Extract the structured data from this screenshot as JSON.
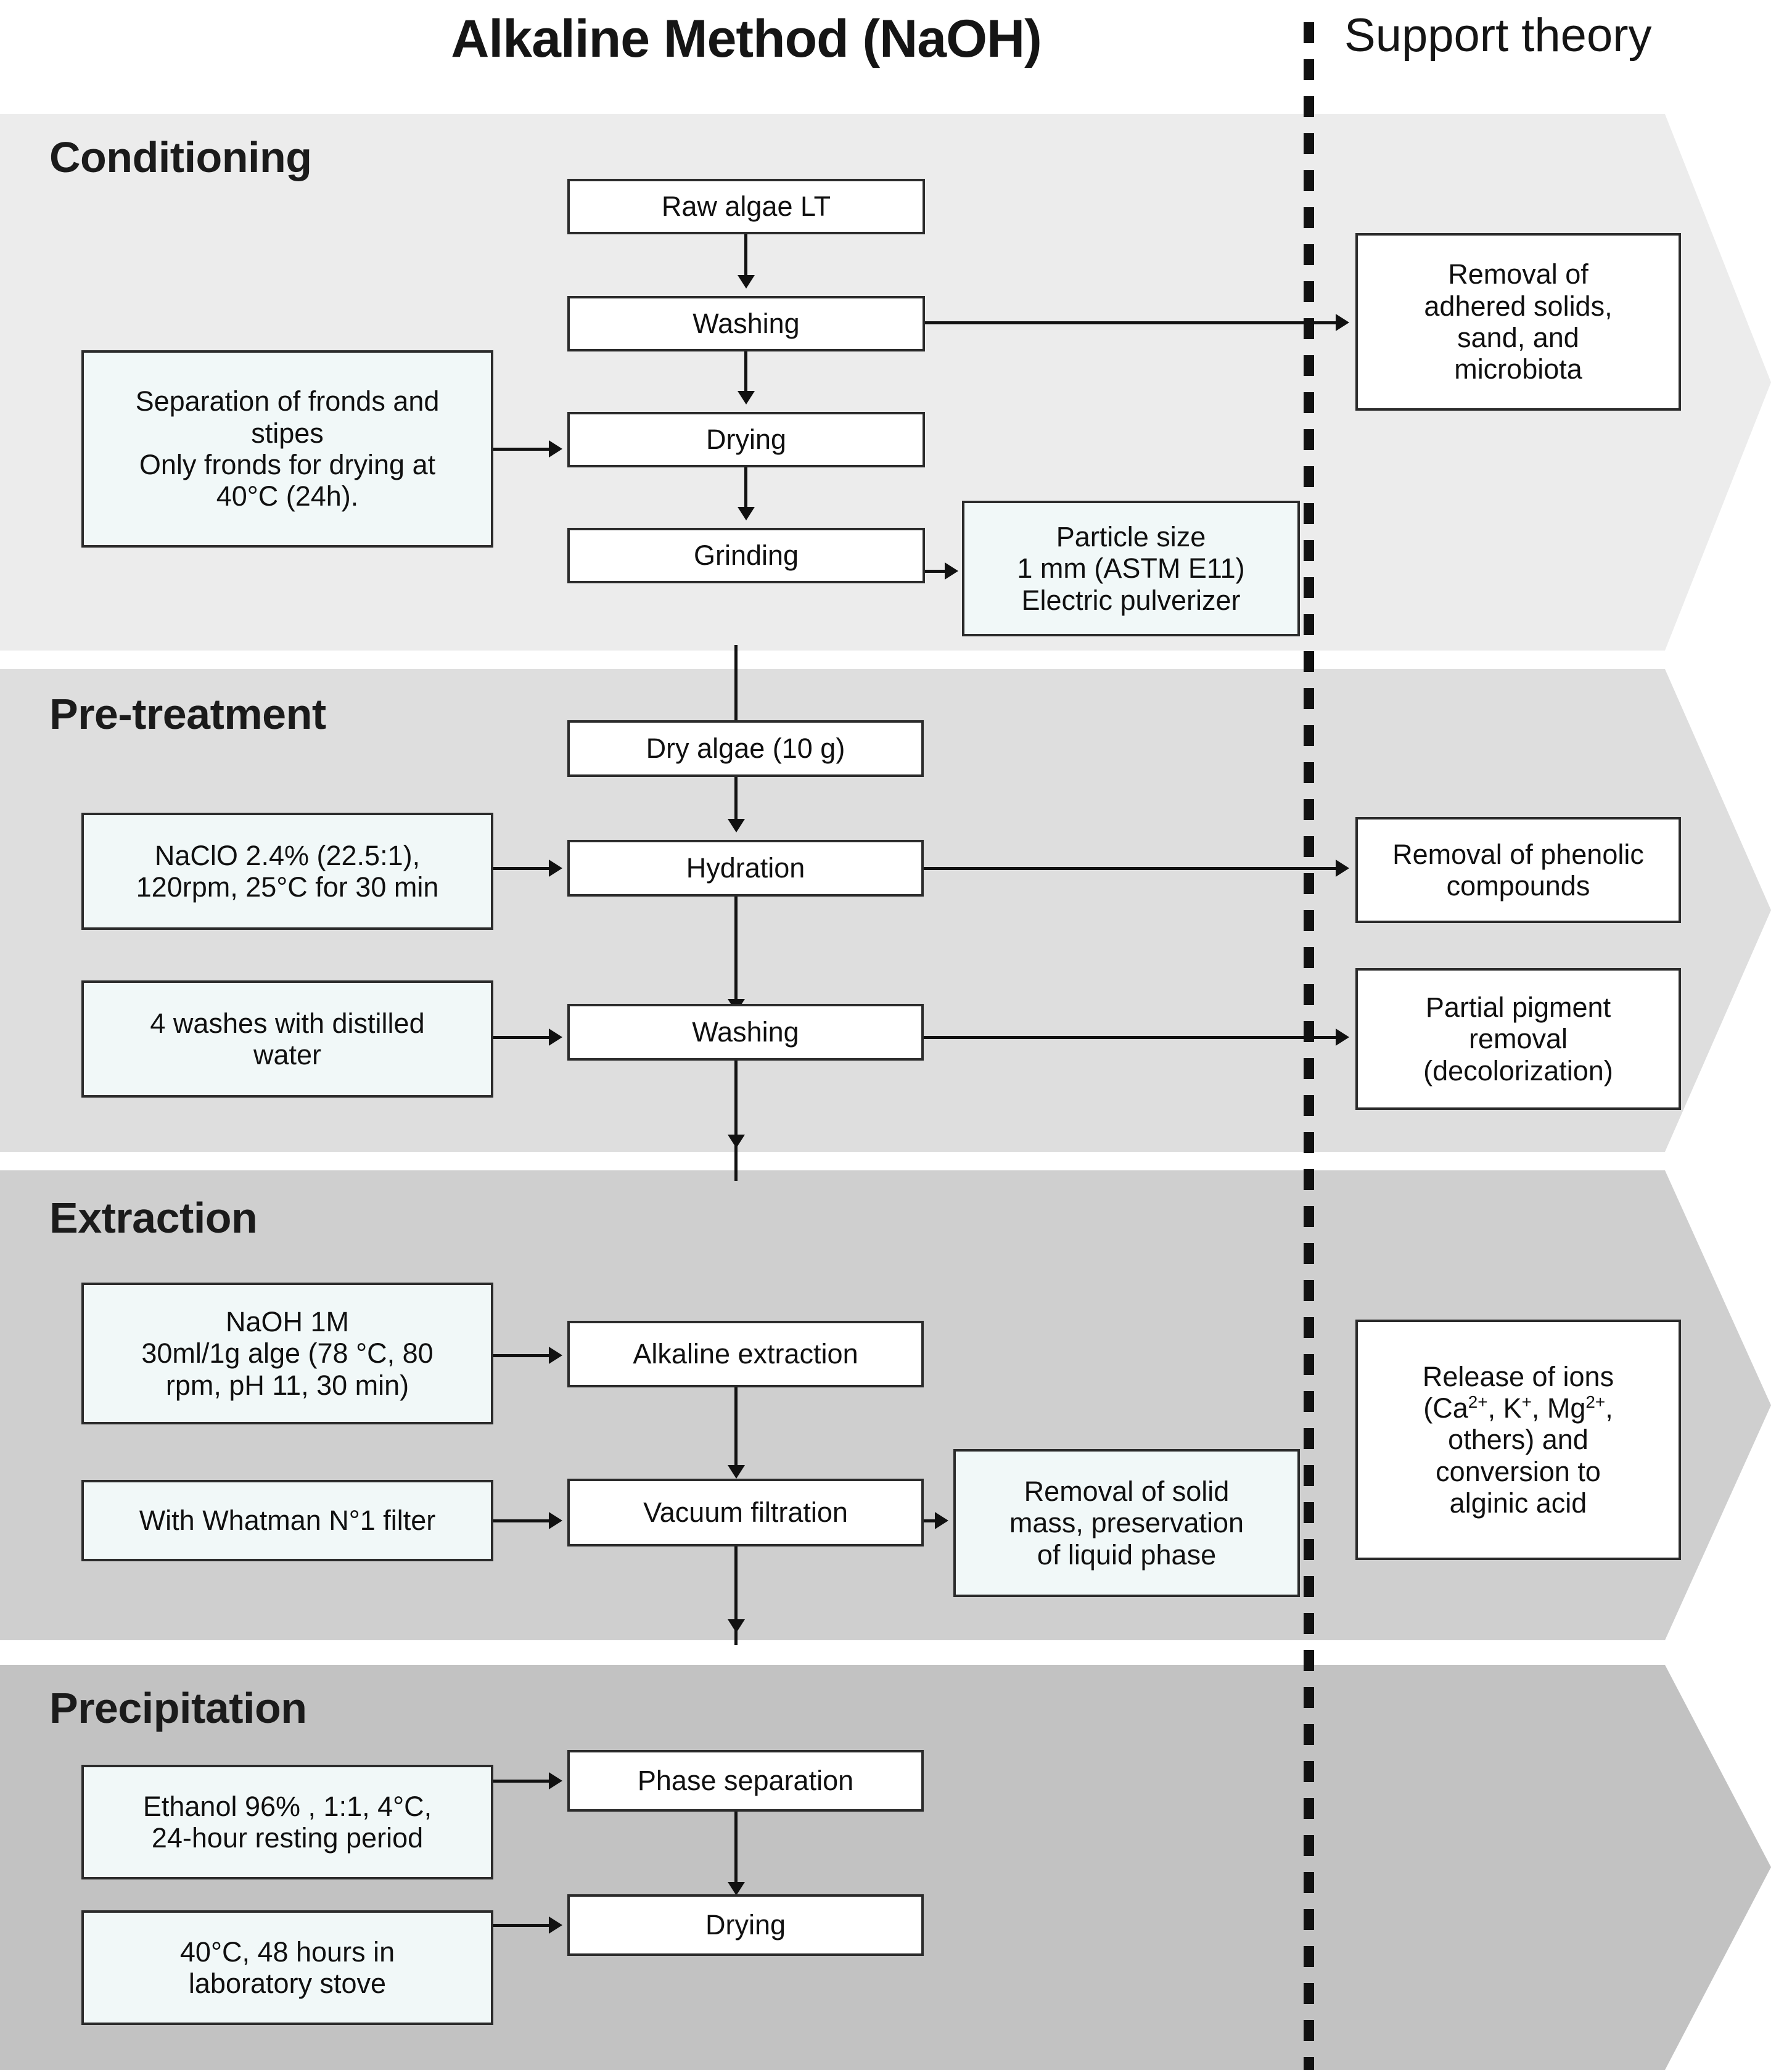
{
  "header": {
    "main_title": "Alkaline Method (NaOH)",
    "support_title": "Support theory"
  },
  "colors": {
    "band_conditioning": "#ececec",
    "band_pretreatment": "#dedede",
    "band_extraction": "#cfcfcf",
    "band_precipitation": "#c2c2c2",
    "info_box_fill": "#f1f8f8",
    "process_box_fill": "#ffffff",
    "line": "#111111",
    "text": "#101010"
  },
  "phases": [
    {
      "id": "conditioning",
      "label": "Conditioning",
      "process_steps": [
        "Raw algae LT",
        "Washing",
        "Drying",
        "Grinding"
      ],
      "info_boxes": [
        "Separation of fronds and stipes\nOnly fronds for drying at 40°C (24h).",
        "Particle size\n1 mm (ASTM E11)\nElectric pulverizer"
      ],
      "support_boxes": [
        "Removal of adhered solids, sand, and microbiota"
      ]
    },
    {
      "id": "pretreatment",
      "label": "Pre-treatment",
      "process_steps": [
        "Dry algae (10 g)",
        "Hydration",
        "Washing"
      ],
      "info_boxes": [
        "NaClO 2.4% (22.5:1), 120rpm, 25°C for 30 min",
        "4 washes with distilled water"
      ],
      "support_boxes": [
        "Removal of phenolic compounds",
        "Partial pigment removal (decolorization)"
      ]
    },
    {
      "id": "extraction",
      "label": "Extraction",
      "process_steps": [
        "Alkaline extraction",
        "Vacuum filtration"
      ],
      "info_boxes": [
        "NaOH 1M\n30ml/1g alge (78 °C, 80 rpm, pH 11, 30 min)",
        "With Whatman N°1 filter",
        "Removal of solid mass, preservation of liquid phase"
      ],
      "support_boxes": [
        "Release of ions (Ca2+, K+, Mg2+, others) and conversion to alginic acid"
      ]
    },
    {
      "id": "precipitation",
      "label": "Precipitation",
      "process_steps": [
        "Phase separation",
        "Drying"
      ],
      "info_boxes": [
        "Ethanol 96% , 1:1, 4°C, 24-hour resting period",
        "40°C, 48 hours in laboratory stove"
      ],
      "support_boxes": []
    }
  ],
  "boxes": {
    "c_raw_algae": "Raw algae LT",
    "c_washing": "Washing",
    "c_drying": "Drying",
    "c_grinding": "Grinding",
    "c_info_separation_l1": "Separation of fronds and",
    "c_info_separation_l2": "stipes",
    "c_info_separation_l3": "Only fronds for drying at",
    "c_info_separation_l4": "40°C (24h).",
    "c_info_particle_l1": "Particle size",
    "c_info_particle_l2": "1 mm (ASTM E11)",
    "c_info_particle_l3": "Electric pulverizer",
    "c_support_removal_l1": "Removal of",
    "c_support_removal_l2": "adhered solids,",
    "c_support_removal_l3": "sand, and",
    "c_support_removal_l4": "microbiota",
    "p_dry_algae": "Dry algae (10 g)",
    "p_hydration": "Hydration",
    "p_washing": "Washing",
    "p_info_naclo_l1": "NaClO 2.4% (22.5:1),",
    "p_info_naclo_l2": "120rpm, 25°C for 30 min",
    "p_info_washes_l1": "4 washes with distilled",
    "p_info_washes_l2": "water",
    "p_support_phenolic_l1": "Removal of phenolic",
    "p_support_phenolic_l2": "compounds",
    "p_support_pigment_l1": "Partial pigment",
    "p_support_pigment_l2": "removal",
    "p_support_pigment_l3": "(decolorization)",
    "e_alkaline_extraction": "Alkaline extraction",
    "e_vacuum_filtration": "Vacuum filtration",
    "e_info_naoh_l1": "NaOH 1M",
    "e_info_naoh_l2": "30ml/1g alge (78 °C, 80",
    "e_info_naoh_l3": "rpm, pH 11, 30 min)",
    "e_info_whatman": "With Whatman N°1 filter",
    "e_info_solid_l1": "Removal of solid",
    "e_info_solid_l2": "mass, preservation",
    "e_info_solid_l3": "of liquid phase",
    "e_support_ions_l1": "Release of ions",
    "e_support_ions_l3": "others) and",
    "e_support_ions_l4": "conversion to",
    "e_support_ions_l5": "alginic acid",
    "pr_phase_separation": "Phase separation",
    "pr_drying": "Drying",
    "pr_info_ethanol_l1": "Ethanol 96% , 1:1, 4°C,",
    "pr_info_ethanol_l2": "24-hour resting period",
    "pr_info_stove_l1": "40°C, 48 hours in",
    "pr_info_stove_l2": "laboratory stove"
  }
}
